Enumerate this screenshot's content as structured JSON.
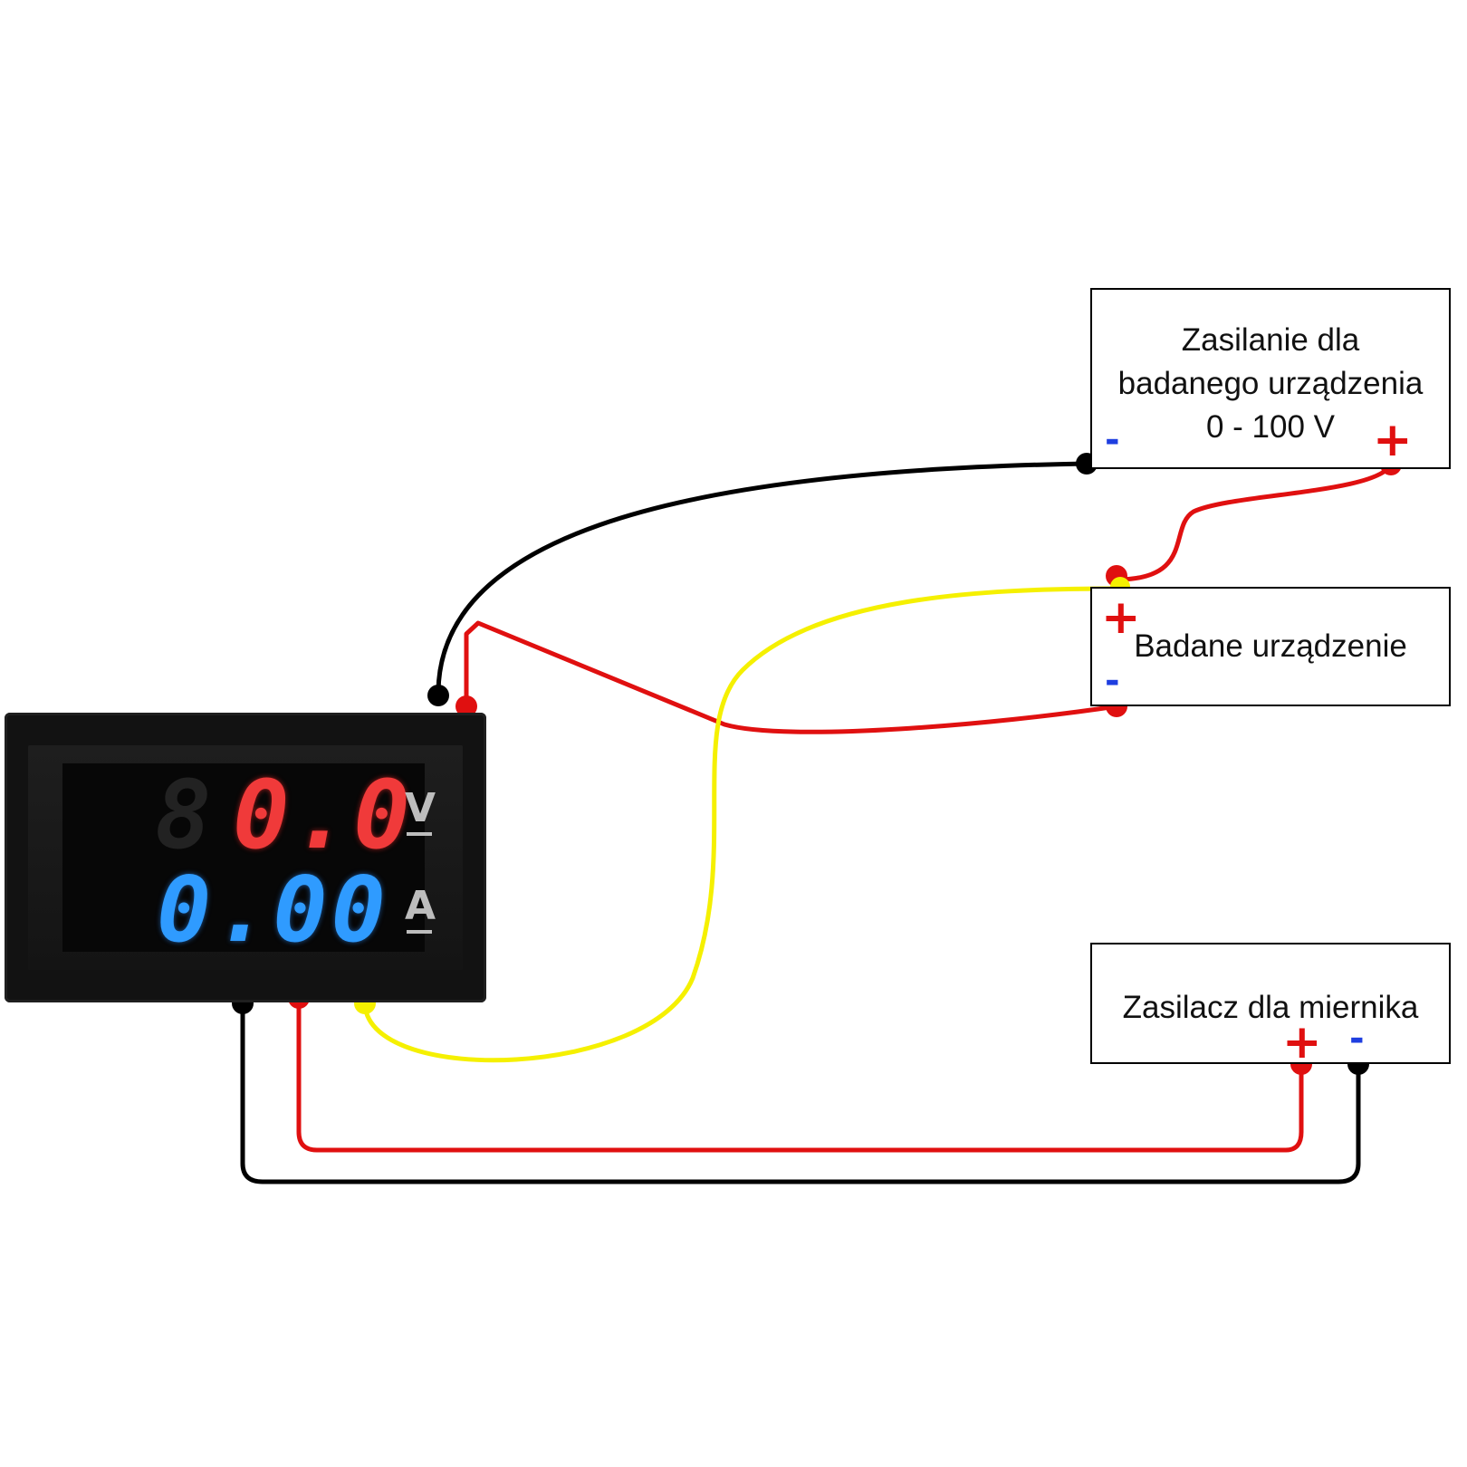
{
  "boxes": {
    "power_supply_device": {
      "label": "Zasilanie dla\nbadanego urządzenia\n0 - 100 V",
      "minus": "-",
      "plus": "+"
    },
    "device_under_test": {
      "label": "Badane urządzenie",
      "plus": "+",
      "minus": "-"
    },
    "meter_power_supply": {
      "label": "Zasilacz dla miernika",
      "plus": "+",
      "minus": "-"
    }
  },
  "meter": {
    "ghost_digit": "8",
    "voltage_reading": "0.0",
    "current_reading": "0.00",
    "voltage_unit": "V",
    "current_unit": "A"
  },
  "colors": {
    "wire_black": "#000000",
    "wire_red": "#e01010",
    "wire_yellow": "#f5f000",
    "minus_sign": "#1e3ee0",
    "plus_sign": "#e01010",
    "voltage_display": "#f03a3a",
    "current_display": "#2f9bff"
  }
}
